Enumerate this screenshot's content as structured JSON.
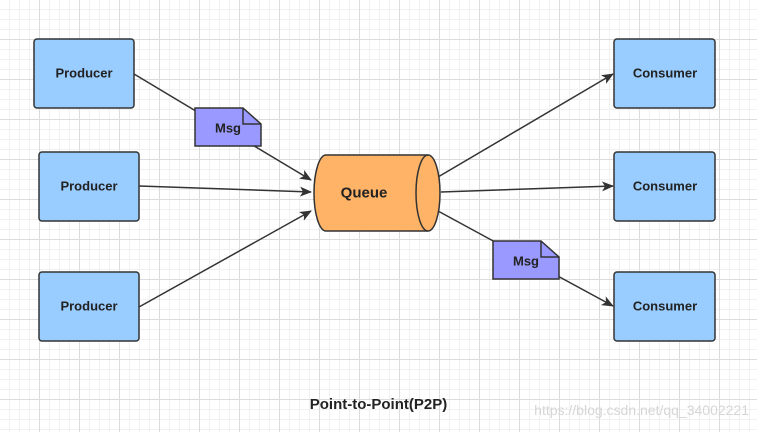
{
  "nodes": {
    "producer_1": "Producer",
    "producer_2": "Producer",
    "producer_3": "Producer",
    "queue": "Queue",
    "consumer_1": "Consumer",
    "consumer_2": "Consumer",
    "consumer_3": "Consumer",
    "msg_1": "Msg",
    "msg_2": "Msg"
  },
  "caption": "Point-to-Point(P2P)",
  "watermark": "https://blog.csdn.net/qq_34002221",
  "colors": {
    "box_fill": "#99ccff",
    "box_stroke": "#333333",
    "queue_fill": "#ffb366",
    "msg_fill": "#9999ff",
    "edge": "#333333"
  }
}
